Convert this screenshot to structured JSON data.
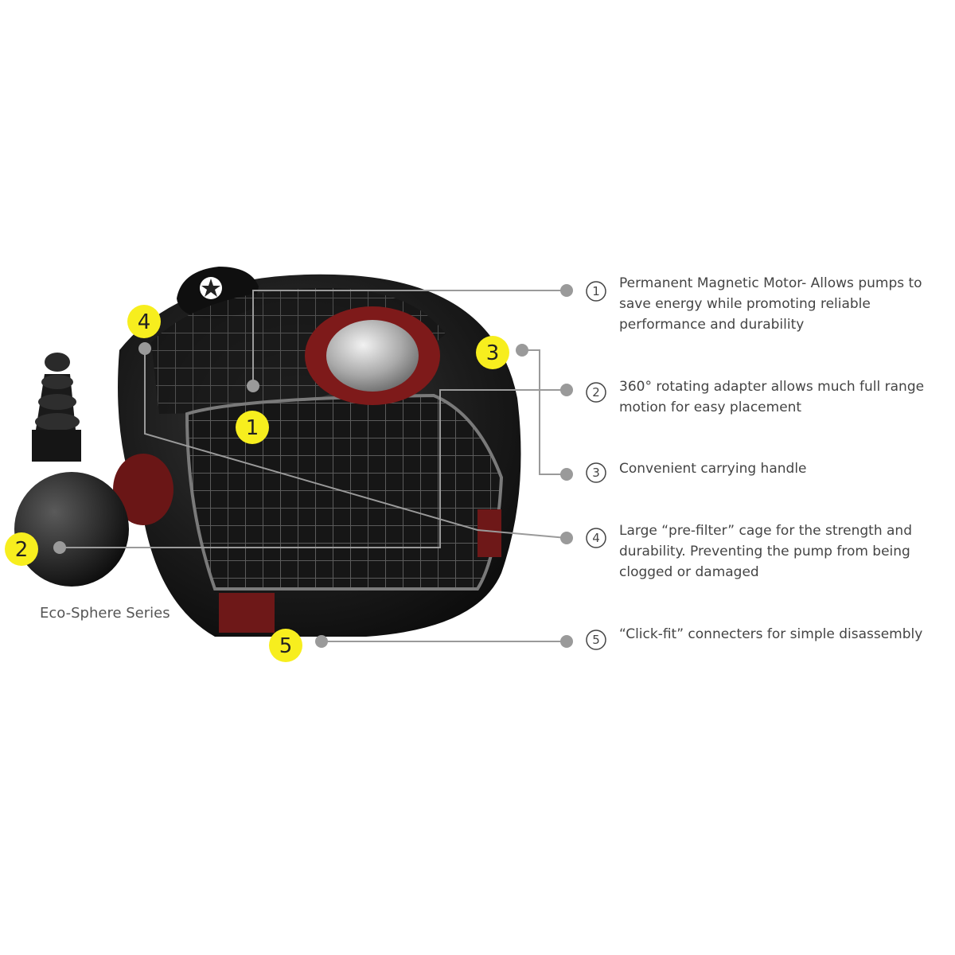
{
  "series_label": "Eco-Sphere Series",
  "callouts": [
    {
      "num": "1",
      "circled": "1",
      "text": "Permanent Magnetic Motor-  Allows pumps to save energy  while promoting reliable performance and durability"
    },
    {
      "num": "2",
      "circled": "2",
      "text": "360° rotating adapter allows much full range motion for easy placement"
    },
    {
      "num": "3",
      "circled": "3",
      "text": "Convenient carrying handle"
    },
    {
      "num": "4",
      "circled": "4",
      "text": "Large “pre-filter” cage for the strength and durability.  Preventing the pump from being clogged or damaged"
    },
    {
      "num": "5",
      "circled": "5",
      "text": "“Click-fit” connecters for simple  disassembly"
    }
  ],
  "colors": {
    "marker_yellow": "#f7ee1e",
    "leader_gray": "#9a9a9a",
    "body_black": "#1b1b1b",
    "accent_red": "#8a1d1d"
  }
}
